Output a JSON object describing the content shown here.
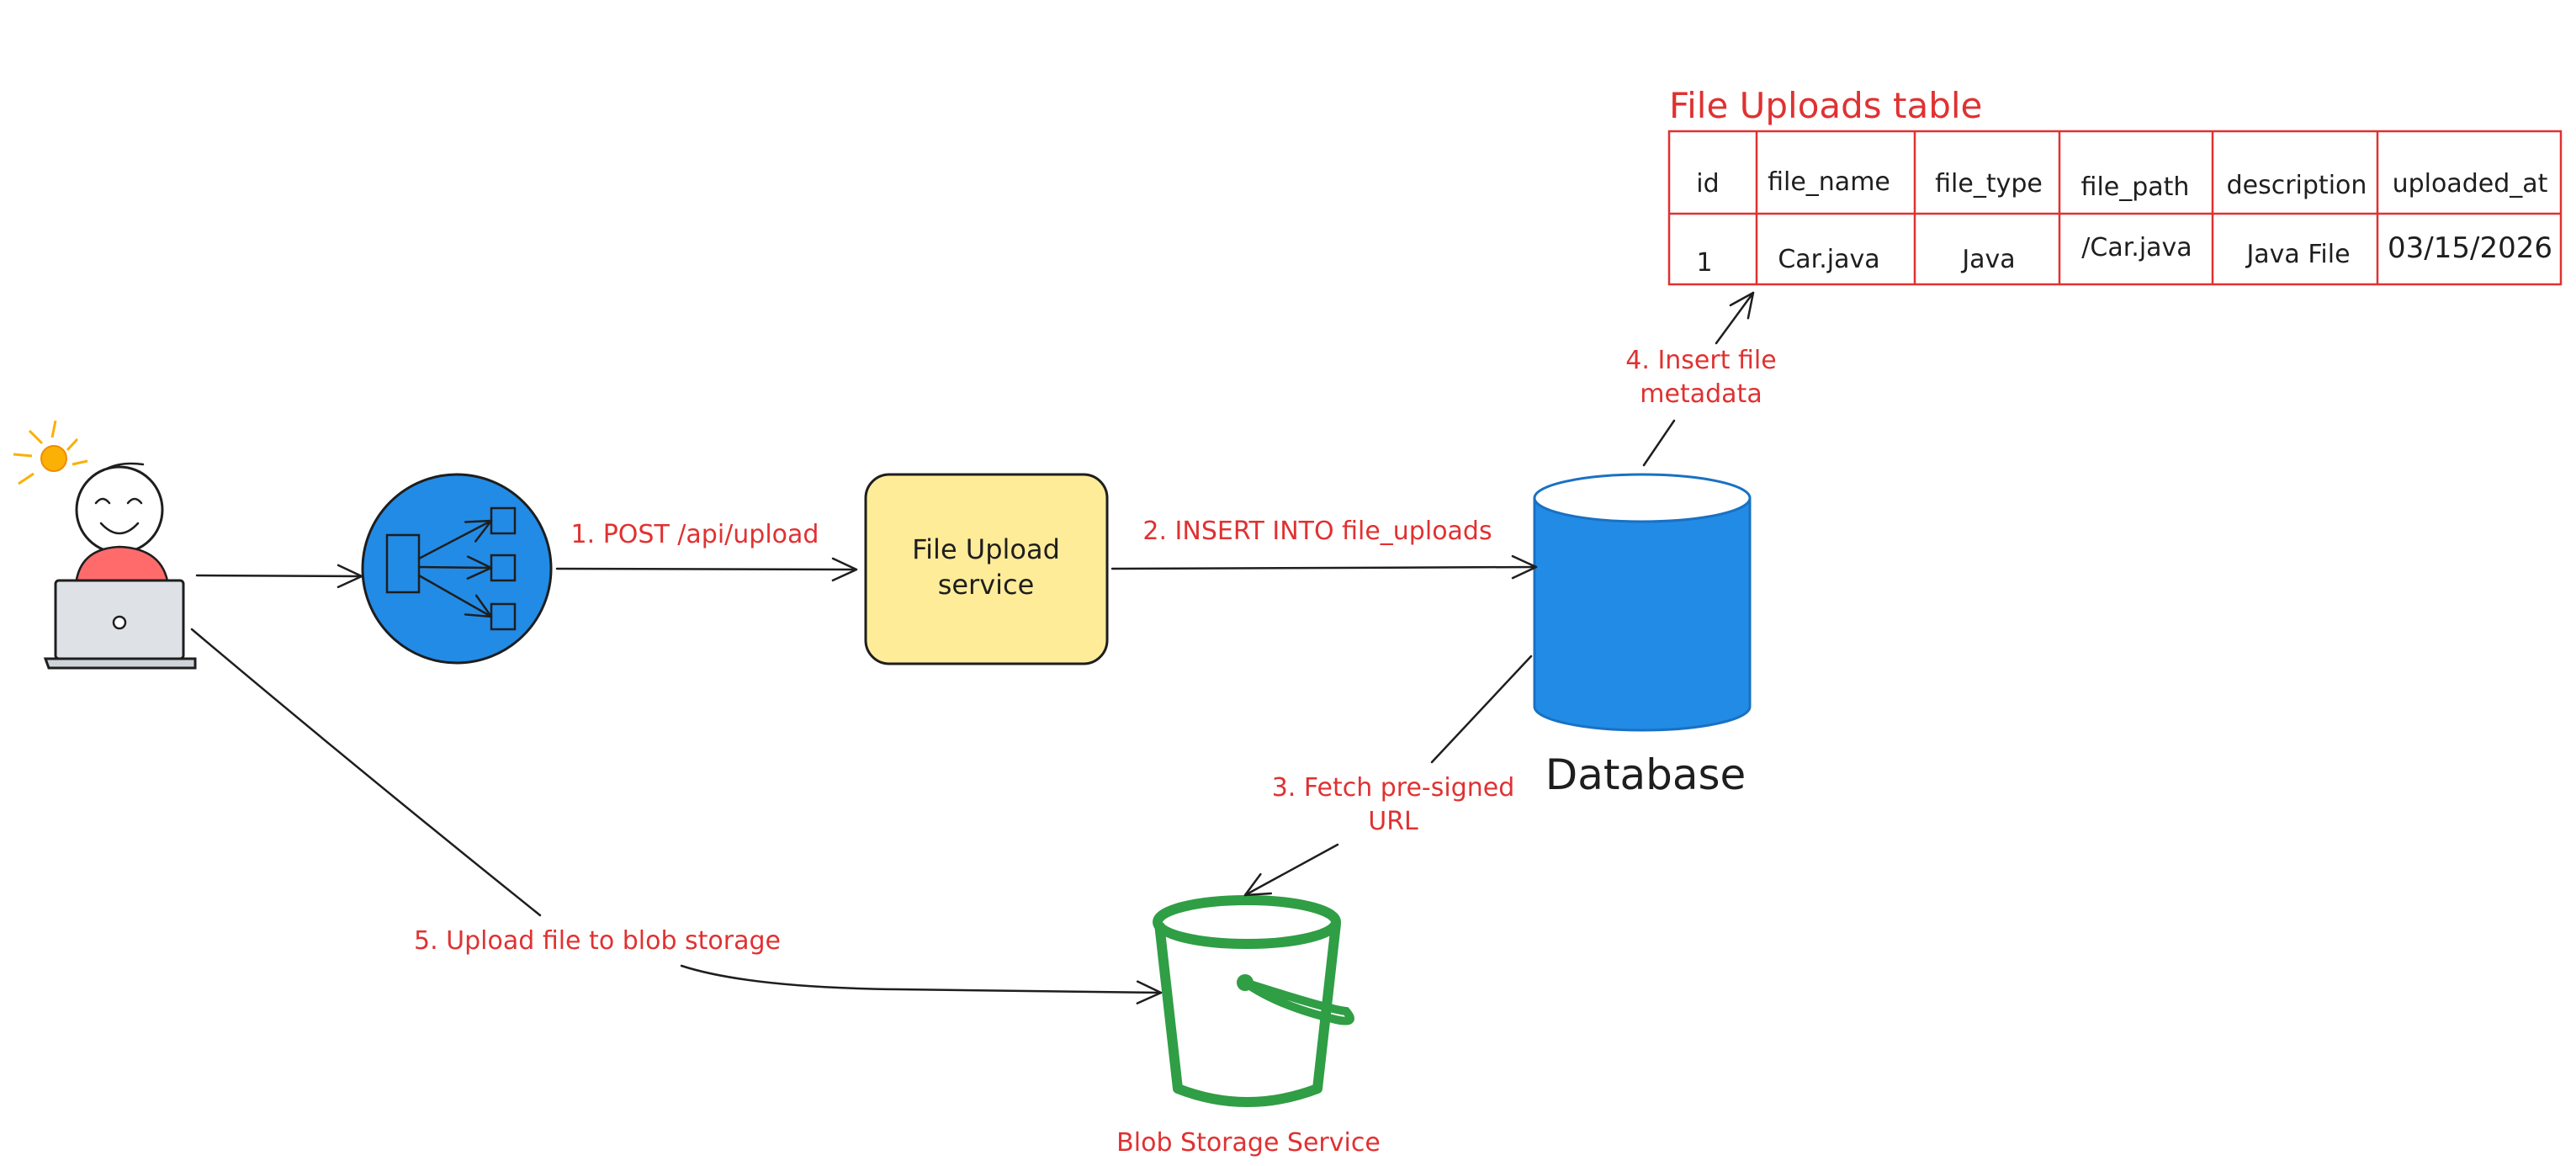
{
  "diagram": {
    "nodes": {
      "load_balancer": {
        "icon": "load-balancer-icon"
      },
      "service": {
        "line1": "File Upload",
        "line2": "service"
      },
      "database": {
        "label": "Database"
      },
      "blob": {
        "label": "Blob Storage Service",
        "icon": "bucket-icon"
      },
      "user": {
        "icon": "user-with-laptop-icon"
      }
    },
    "edges": {
      "e1": "1. POST /api/upload",
      "e2": "2. INSERT INTO file_uploads",
      "e3_line1": "3. Fetch pre-signed",
      "e3_line2": "URL",
      "e4_line1": "4. Insert file",
      "e4_line2": "metadata",
      "e5": "5. Upload file to blob storage"
    },
    "table": {
      "title": "File Uploads table",
      "headers": [
        "id",
        "file_name",
        "file_type",
        "file_path",
        "description",
        "uploaded_at"
      ],
      "rows": [
        [
          "1",
          "Car.java",
          "Java",
          "/Car.java",
          "Java File",
          "03/15/2026"
        ]
      ]
    },
    "colors": {
      "accent_red": "#e03131",
      "node_blue": "#228be6",
      "service_yellow": "#ffec99",
      "bucket_green": "#2f9e44",
      "bulb_yellow": "#fab005"
    }
  }
}
